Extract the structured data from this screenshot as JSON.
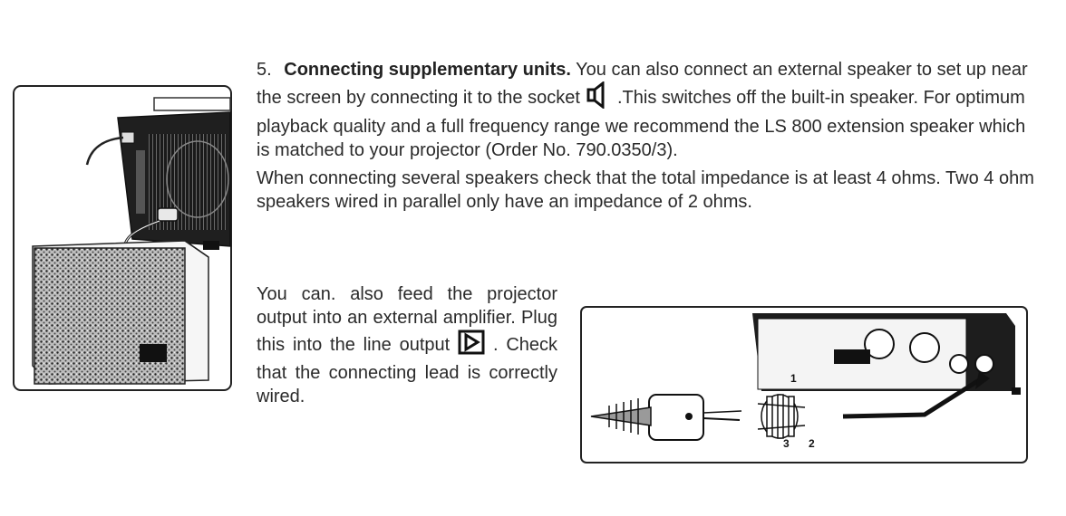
{
  "section": {
    "number": "5.",
    "heading": "Connecting supplementary units.",
    "p1_text_a": "You can also connect an external speaker to set up near the screen by connecting it to the socket",
    "p1_text_b": ".This switches off the built-in speaker. For optimum playback quality and a full frequency range we recommend the LS 800 extension speaker which is matched to your projector (Order No. 790.0350/3).",
    "p2_text": "When connecting several speakers check that the total impedance is at least 4 ohms. Two 4 ohm speakers wired in parallel only have an impedance of 2 ohms.",
    "p3_text_a": "You can. also feed the projector output into an external amplifier. Plug this into the line output",
    "p3_text_b": ". Check that the connecting lead is correctly wired."
  },
  "icons": {
    "speaker_socket": "speaker-icon",
    "line_output": "line-output-icon"
  },
  "figure2_labels": {
    "pin1": "1",
    "pin2": "2",
    "pin3": "3"
  }
}
